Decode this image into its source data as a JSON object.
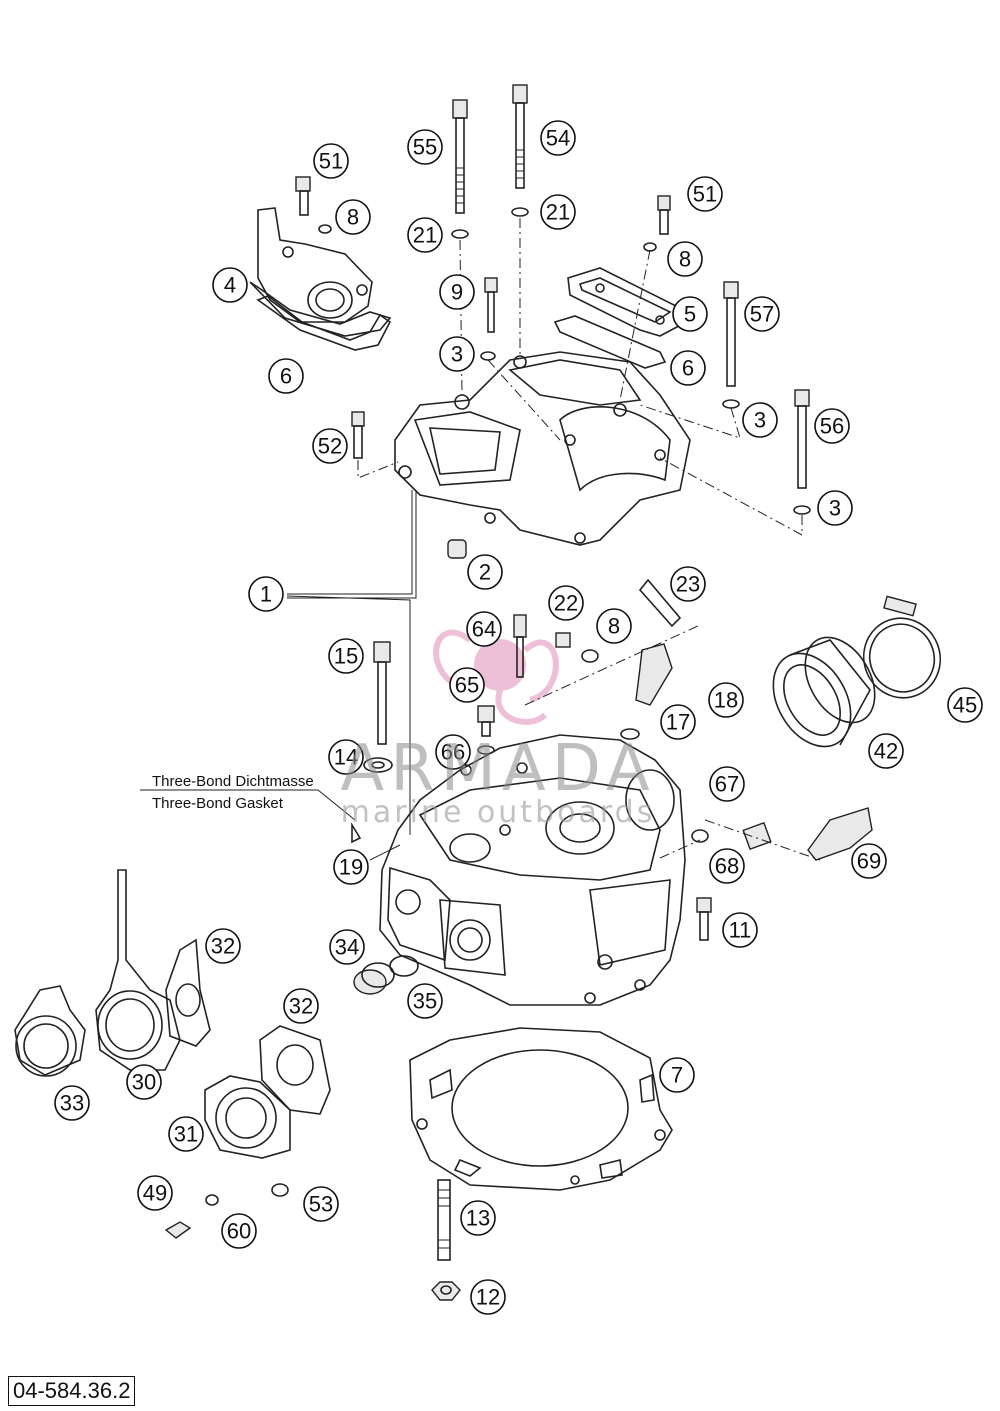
{
  "diagram": {
    "drawing_number": "04-584.36.2",
    "annotation": {
      "line1": "Three-Bond Dichtmasse",
      "line2": "Three-Bond Gasket"
    },
    "watermark": {
      "brand": "ARMADA",
      "tagline": "marine outboards",
      "logo_color": "#e8a6c8"
    },
    "callouts": [
      "51",
      "8",
      "4",
      "6",
      "55",
      "21",
      "9",
      "3",
      "52",
      "54",
      "21",
      "51",
      "8",
      "5",
      "6",
      "57",
      "3",
      "56",
      "3",
      "1",
      "2",
      "23",
      "22",
      "8",
      "64",
      "65",
      "18",
      "17",
      "15",
      "14",
      "66",
      "45",
      "42",
      "67",
      "68",
      "69",
      "19",
      "11",
      "34",
      "35",
      "32",
      "32",
      "33",
      "30",
      "31",
      "7",
      "49",
      "60",
      "53",
      "13",
      "12"
    ]
  }
}
